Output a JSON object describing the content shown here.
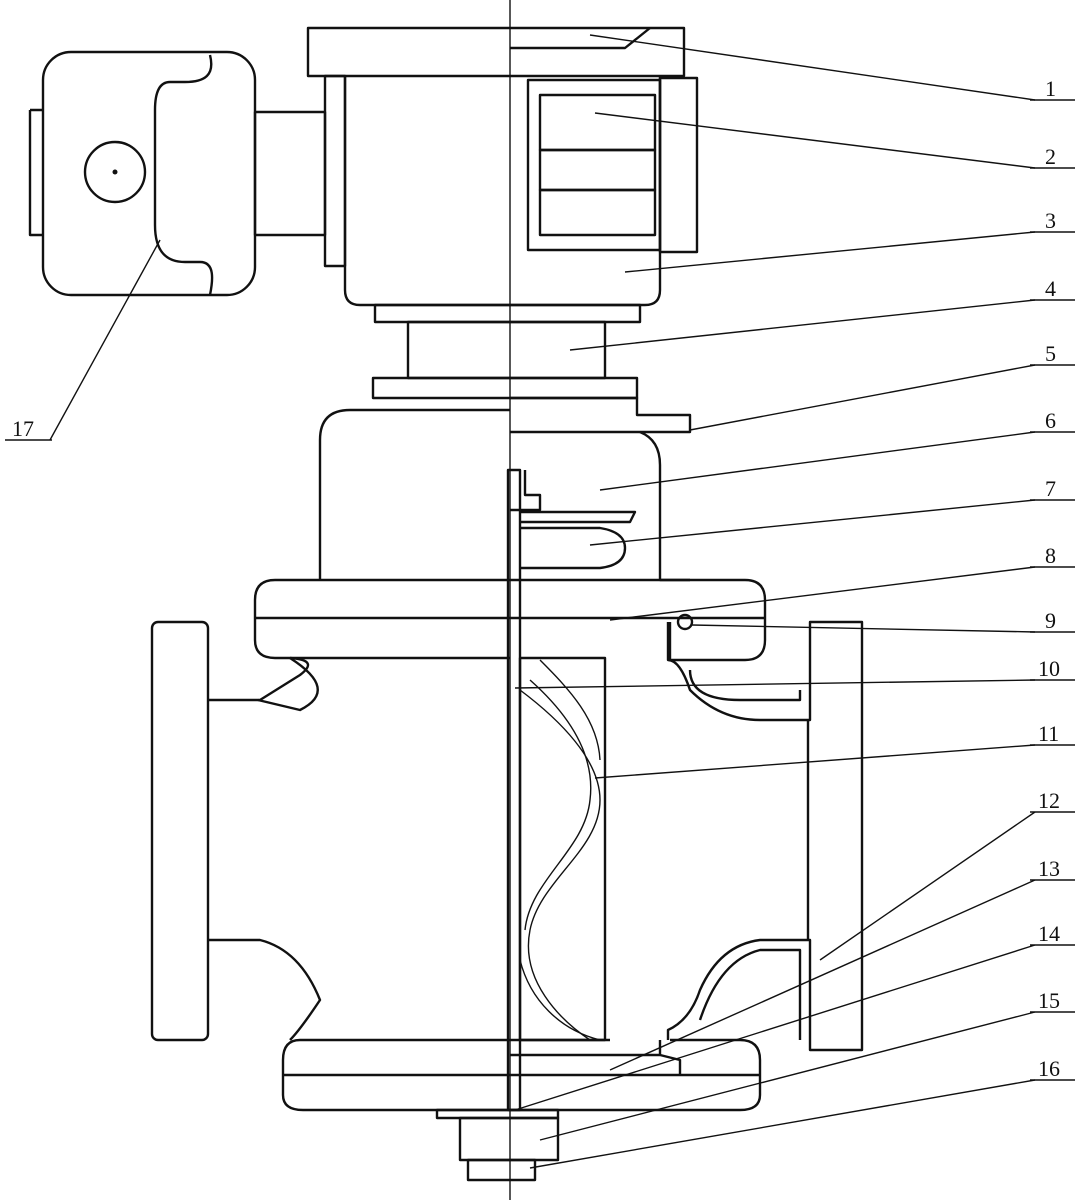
{
  "figure": {
    "type": "technical-drawing",
    "ink_color": "#111111",
    "part_labels": [
      {
        "id": "1",
        "text": "1"
      },
      {
        "id": "2",
        "text": "2"
      },
      {
        "id": "3",
        "text": "3"
      },
      {
        "id": "4",
        "text": "4"
      },
      {
        "id": "5",
        "text": "5"
      },
      {
        "id": "6",
        "text": "6"
      },
      {
        "id": "7",
        "text": "7"
      },
      {
        "id": "8",
        "text": "8"
      },
      {
        "id": "9",
        "text": "9"
      },
      {
        "id": "10",
        "text": "10"
      },
      {
        "id": "11",
        "text": "11"
      },
      {
        "id": "12",
        "text": "12"
      },
      {
        "id": "13",
        "text": "13"
      },
      {
        "id": "14",
        "text": "14"
      },
      {
        "id": "15",
        "text": "15"
      },
      {
        "id": "16",
        "text": "16"
      },
      {
        "id": "17",
        "text": "17"
      }
    ]
  }
}
